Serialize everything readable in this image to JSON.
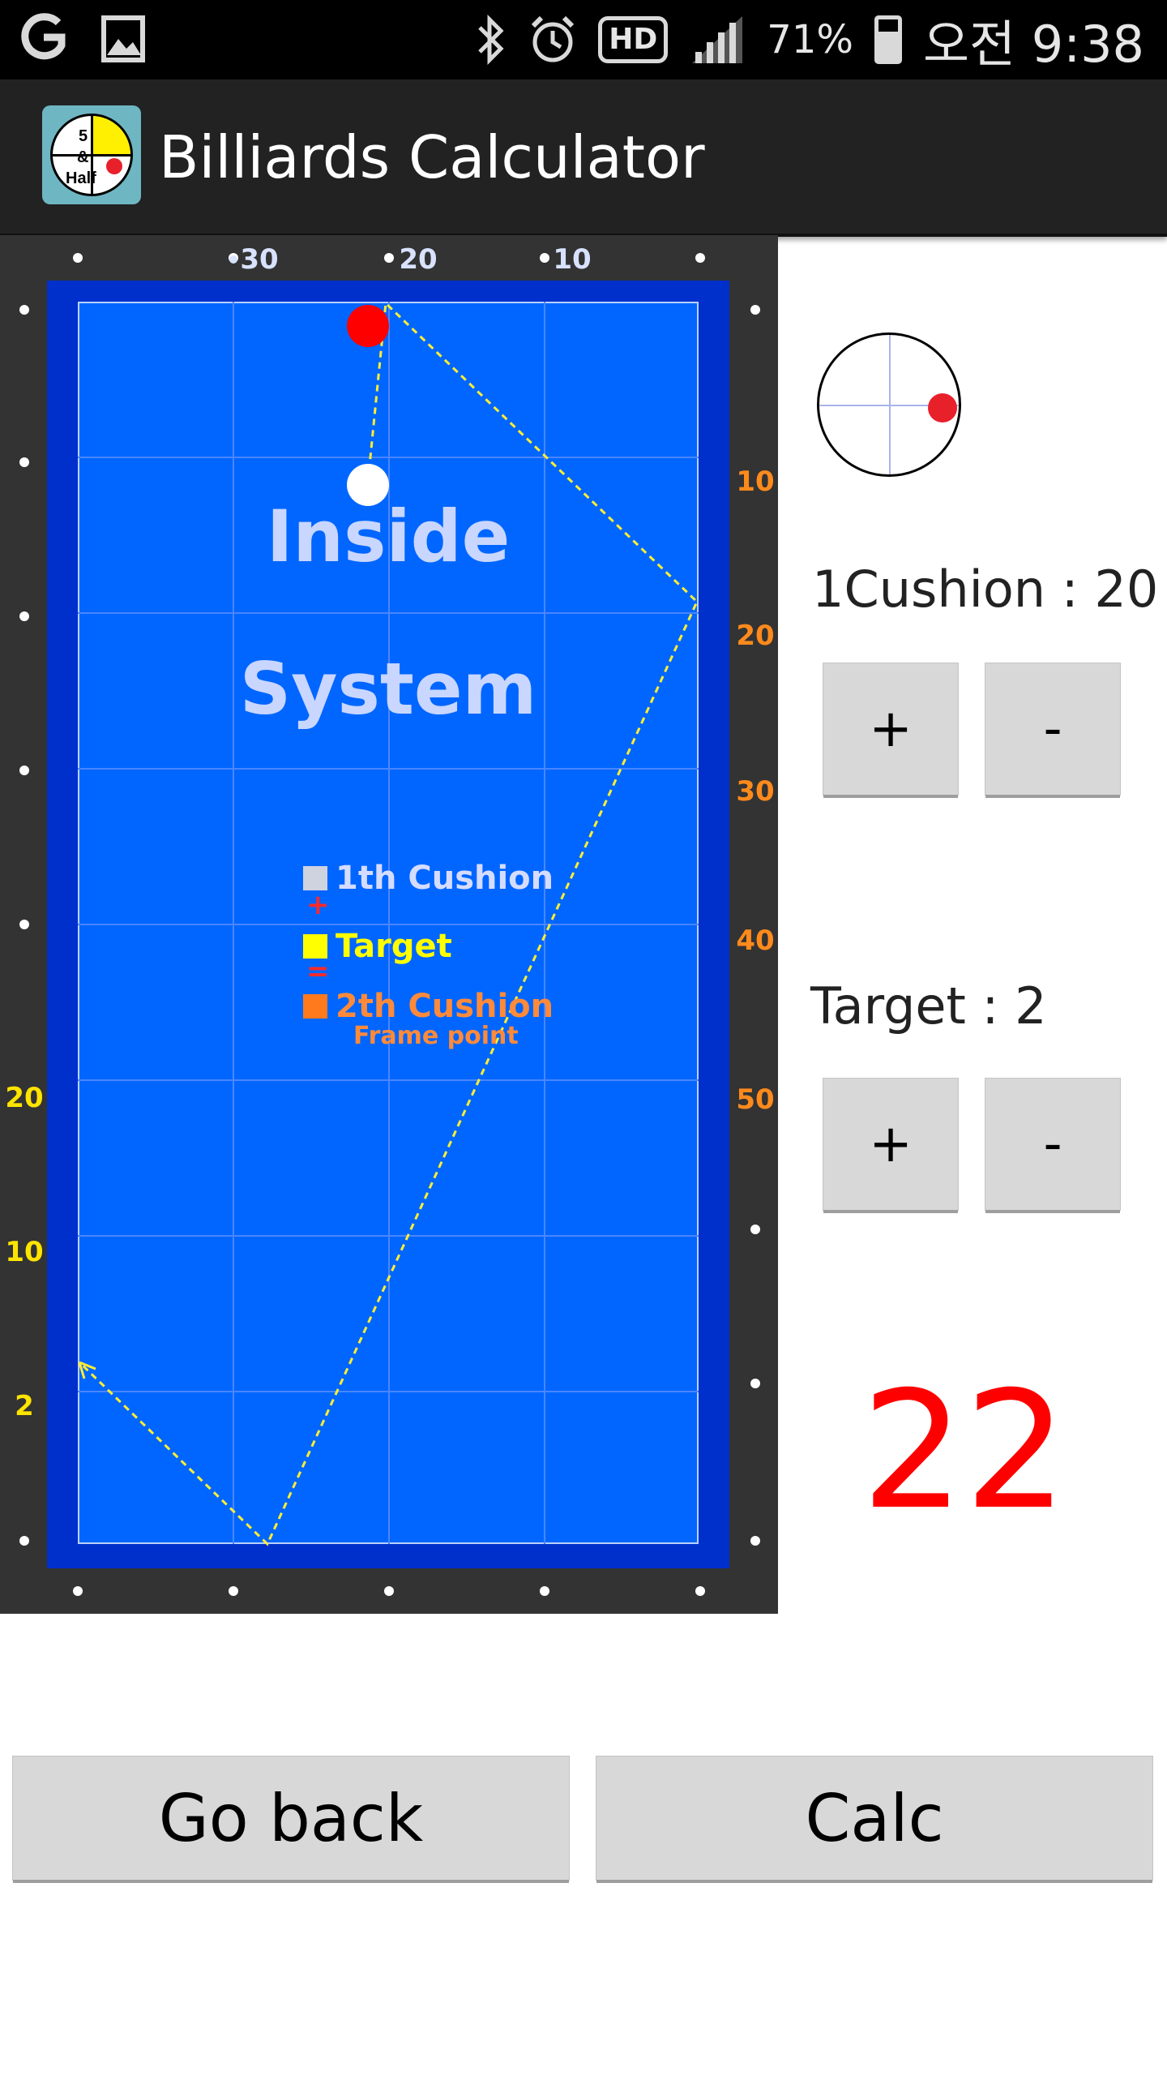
{
  "status_bar": {
    "battery": "71%",
    "time": "오전 9:38",
    "hd_label": "HD",
    "icons": [
      "gesture-icon",
      "gallery-icon",
      "bluetooth-icon",
      "alarm-icon",
      "signal-icon",
      "battery-icon"
    ]
  },
  "app": {
    "title": "Billiards Calculator",
    "icon": {
      "top": "5",
      "mid": "&",
      "bottom": "Half",
      "colors": {
        "bg": "#6fb6c3",
        "yellow": "#ffef00",
        "dot": "#e8202a"
      }
    }
  },
  "table": {
    "top_rail_numbers": [
      "30",
      "20",
      "10"
    ],
    "right_rail_numbers": [
      "10",
      "20",
      "30",
      "40",
      "50"
    ],
    "left_rail_numbers": [
      "20",
      "10",
      "2"
    ],
    "title_line1": "Inside",
    "title_line2": "System",
    "legend": {
      "first_cushion": "1th Cushion",
      "plus": "+",
      "target": "Target",
      "equals": "=",
      "second_cushion": "2th Cushion",
      "frame_point": "Frame point"
    },
    "colors": {
      "frame": "#333333",
      "cushion": "#0030cc",
      "cloth": "#0066ff",
      "path": "#ffee33",
      "red_ball": "#ff0000"
    }
  },
  "controls": {
    "cushion_label": "1Cushion : 20",
    "target_label": "Target : 2",
    "plus": "+",
    "minus": "-",
    "result": "22",
    "go_back": "Go back",
    "calc": "Calc",
    "result_color": "#ff0000"
  }
}
